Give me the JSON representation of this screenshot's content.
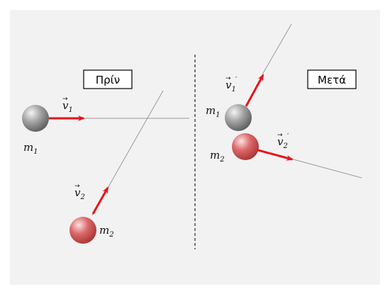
{
  "panels": {
    "before_label": "Πρίν",
    "after_label": "Μετά"
  },
  "labels": {
    "m1_before": "m",
    "m1_before_sub": "1",
    "m2_before": "m",
    "m2_before_sub": "2",
    "v1_before": "v",
    "v1_before_sub": "1",
    "v2_before": "v",
    "v2_before_sub": "2",
    "m1_after": "m",
    "m1_after_sub": "1",
    "m2_after": "m",
    "m2_after_sub": "2",
    "v1_after": "v",
    "v1_after_sub": "1",
    "v2_after": "v",
    "v2_after_sub": "2"
  },
  "colors": {
    "background": "#f2f2f2",
    "arrow": "#e8131b",
    "ball_gray": "#8a8a8a",
    "ball_red": "#d85a5a",
    "trajectory": "#9a9a9a",
    "divider": "#333333"
  }
}
